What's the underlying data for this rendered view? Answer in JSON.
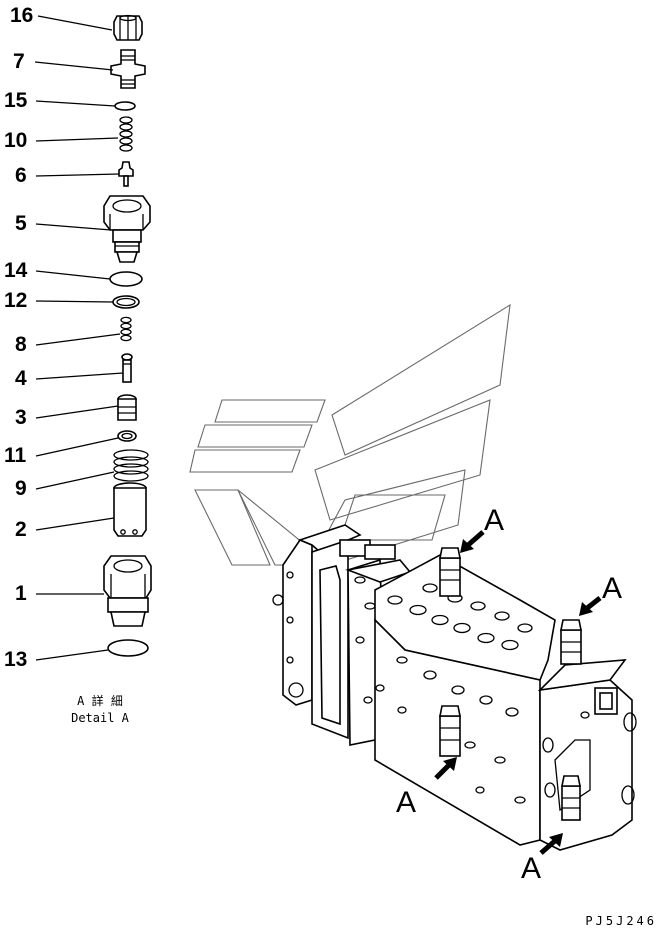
{
  "callouts": [
    {
      "id": "16",
      "label": "16"
    },
    {
      "id": "7",
      "label": "7"
    },
    {
      "id": "15",
      "label": "15"
    },
    {
      "id": "10",
      "label": "10"
    },
    {
      "id": "6",
      "label": "6"
    },
    {
      "id": "5",
      "label": "5"
    },
    {
      "id": "14",
      "label": "14"
    },
    {
      "id": "12",
      "label": "12"
    },
    {
      "id": "8",
      "label": "8"
    },
    {
      "id": "4",
      "label": "4"
    },
    {
      "id": "3",
      "label": "3"
    },
    {
      "id": "11",
      "label": "11"
    },
    {
      "id": "9",
      "label": "9"
    },
    {
      "id": "2",
      "label": "2"
    },
    {
      "id": "1",
      "label": "1"
    },
    {
      "id": "13",
      "label": "13"
    }
  ],
  "detail_caption": {
    "jp": "A 詳 細",
    "en": "Detail A"
  },
  "view_markers": [
    "A",
    "A",
    "A",
    "A"
  ],
  "drawing_code": "PJ5J246"
}
